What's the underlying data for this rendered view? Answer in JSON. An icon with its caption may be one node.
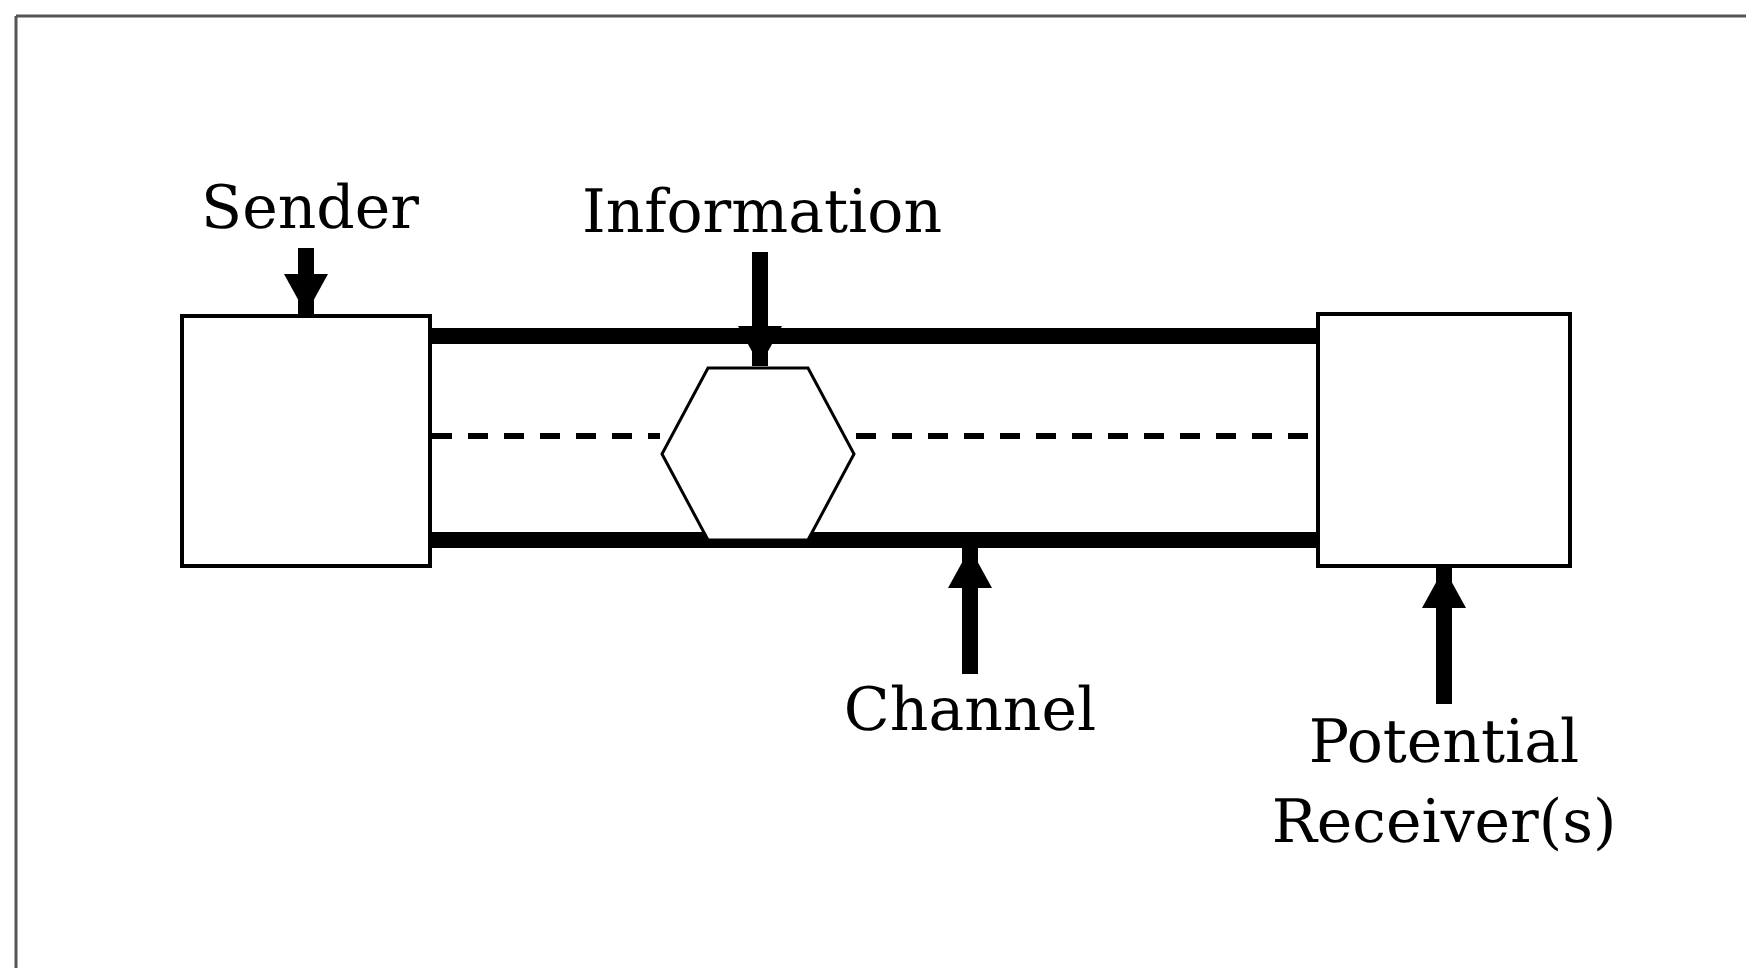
{
  "diagram": {
    "nodes": [
      {
        "text": [
          "Sender"
        ]
      },
      {
        "text": [],
        "shape": "box"
      },
      {
        "text": [
          "Information"
        ]
      },
      {
        "text": [],
        "shape": "band"
      },
      {
        "text": [],
        "shape": "hexagon",
        "in": 3
      },
      {
        "text": [],
        "shape": "box"
      },
      {
        "text": [
          "Channel"
        ]
      },
      {
        "text": [
          "Potential Receiver(s)"
        ]
      }
    ],
    "edges": [
      {
        "from": 0,
        "to": 1,
        "arrow": "to"
      },
      {
        "from": 2,
        "to": 4,
        "arrow": "to"
      },
      {
        "from": 6,
        "to": 3,
        "arrow": "to"
      },
      {
        "from": 7,
        "to": 5,
        "arrow": "to"
      },
      {
        "from": 1,
        "to": 4,
        "arrow": "none",
        "style": "dashed"
      },
      {
        "from": 4,
        "to": 5,
        "arrow": "none",
        "style": "dashed"
      }
    ]
  }
}
